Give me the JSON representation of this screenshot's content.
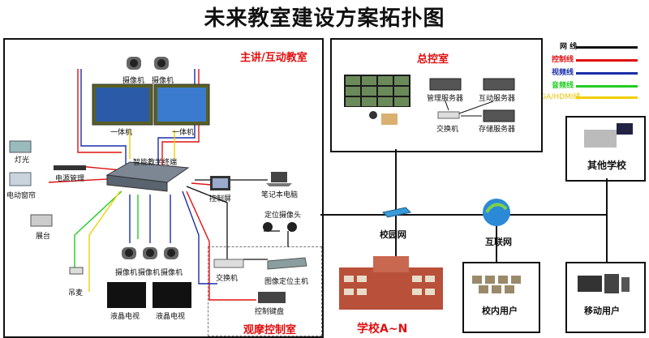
{
  "title": "未来教室建设方案拓扑图",
  "legend": [
    {
      "label": "网  线",
      "color": "#111111"
    },
    {
      "label": "控制线",
      "color": "#e01010"
    },
    {
      "label": "视频线",
      "color": "#1a2ea8"
    },
    {
      "label": "音频线",
      "color": "#22cc22"
    },
    {
      "label": "VGA/HDMI线",
      "color": "#f0d000"
    }
  ],
  "classroom": {
    "title": "主讲/互动教室",
    "cameras_top": [
      "摄像机",
      "摄像机"
    ],
    "all_in_one": [
      "一体机",
      "一体机"
    ],
    "lights": "灯光",
    "curtain": "电动窗帘",
    "power": "电源管理",
    "recorder": "智能教学终端",
    "control_screen": "控制屏",
    "laptop": "笔记本电脑",
    "locate_camera": "定位摄像头",
    "booth": "展台",
    "mic": "吊麦",
    "cameras_bottom": [
      "摄像机",
      "摄像机",
      "摄像机"
    ],
    "tv": [
      "液晶电视",
      "液晶电视"
    ]
  },
  "observe": {
    "title": "观摩控制室",
    "switch": "交换机",
    "locate_host": "图像定位主机",
    "keyboard": "控制键盘"
  },
  "center": {
    "title": "总控室",
    "mgmt_server": "管理服务器",
    "interact_server": "互动服务器",
    "switch": "交换机",
    "storage_server": "存储服务器"
  },
  "campus_net": "校园网",
  "internet": "互联网",
  "other_school": "其他学校",
  "school": "学校A~N",
  "campus_users": "校内用户",
  "mobile_users": "移动用户"
}
